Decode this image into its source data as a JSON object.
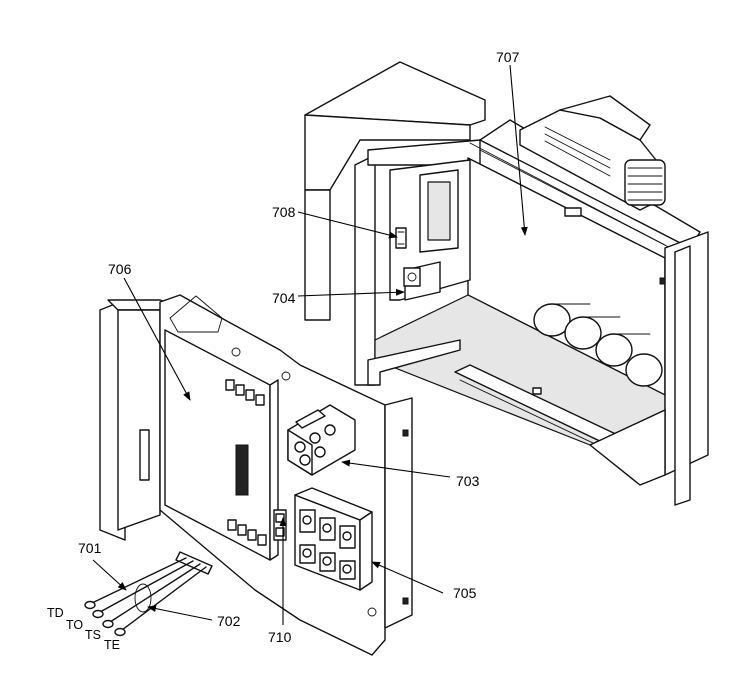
{
  "callouts": {
    "c701": "701",
    "c702": "702",
    "c703": "703",
    "c704": "704",
    "c705": "705",
    "c706": "706",
    "c707": "707",
    "c708": "708",
    "c710": "710"
  },
  "sensors": {
    "td": "TD",
    "to": "TO",
    "ts": "TS",
    "te": "TE"
  },
  "colors": {
    "line": "#111111",
    "shade": "#bdbdbd",
    "background": "#ffffff"
  }
}
